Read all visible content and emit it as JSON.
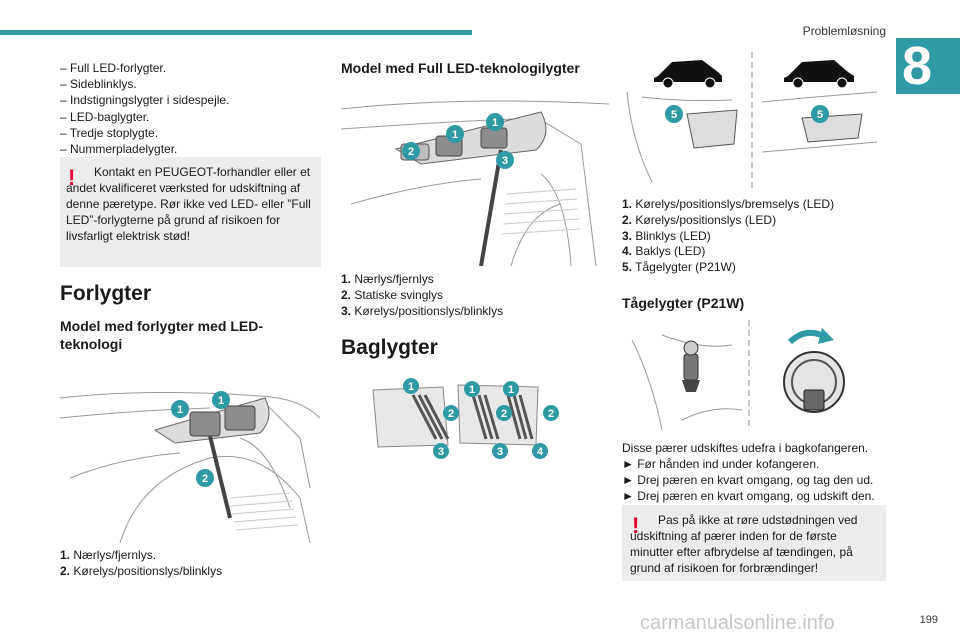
{
  "header": {
    "section_title": "Problemløsning",
    "chapter_number": "8"
  },
  "left_column": {
    "bullets": [
      "Full LED-forlygter.",
      "Sideblinklys.",
      "Indstigningslygter i sidespejle.",
      "LED-baglygter.",
      "Tredje stoplygte.",
      "Nummerpladelygter."
    ],
    "warning": "Kontakt en PEUGEOT-forhandler eller et andet kvalificeret værksted for udskiftning af denne pæretype. Rør ikke ved LED- eller ”Full LED”-forlygterne på grund af risikoen for livsfarligt elektrisk stød!",
    "forlygter_heading": "Forlygter",
    "led_model_heading": "Model med forlygter med LED-teknologi",
    "figure_labels": [
      "1",
      "1",
      "2"
    ],
    "legend": [
      {
        "num": "1.",
        "text": "Nærlys/fjernlys."
      },
      {
        "num": "2.",
        "text": "Kørelys/positionslys/blinklys"
      }
    ]
  },
  "middle_column": {
    "full_led_heading": "Model med Full LED-teknologilygter",
    "figure_labels": [
      "1",
      "1",
      "2",
      "3"
    ],
    "legend": [
      {
        "num": "1.",
        "text": "Nærlys/fjernlys"
      },
      {
        "num": "2.",
        "text": "Statiske svinglys"
      },
      {
        "num": "3.",
        "text": "Kørelys/positionslys/blinklys"
      }
    ],
    "baglygter_heading": "Baglygter",
    "rear_labels": [
      "1",
      "1",
      "1",
      "2",
      "2",
      "2",
      "3",
      "3",
      "4"
    ]
  },
  "right_column": {
    "figure_labels": [
      "5",
      "5"
    ],
    "legend": [
      {
        "num": "1.",
        "text": "Kørelys/positionslys/bremselys (LED)"
      },
      {
        "num": "2.",
        "text": "Kørelys/positionslys (LED)"
      },
      {
        "num": "3.",
        "text": "Blinklys (LED)"
      },
      {
        "num": "4.",
        "text": "Baklys (LED)"
      },
      {
        "num": "5.",
        "text": "Tågelygter (P21W)"
      }
    ],
    "fog_heading": "Tågelygter (P21W)",
    "fog_intro": "Disse pærer udskiftes udefra i bagkofangeren.",
    "steps": [
      "Før hånden ind under kofangeren.",
      "Drej pæren en kvart omgang, og tag den ud.",
      "Drej pæren en kvart omgang, og udskift den."
    ],
    "warning": "Pas på ikke at røre udstødningen ved udskiftning af pærer inden for de første minutter efter afbrydelse af tændingen, på grund af risikoen for forbrændinger!"
  },
  "footer": {
    "page_number": "199",
    "watermark": "carmanualsonline.info"
  },
  "colors": {
    "accent": "#2f9aa5",
    "warning_mark": "#e4002b",
    "note_bg": "#ececec"
  }
}
